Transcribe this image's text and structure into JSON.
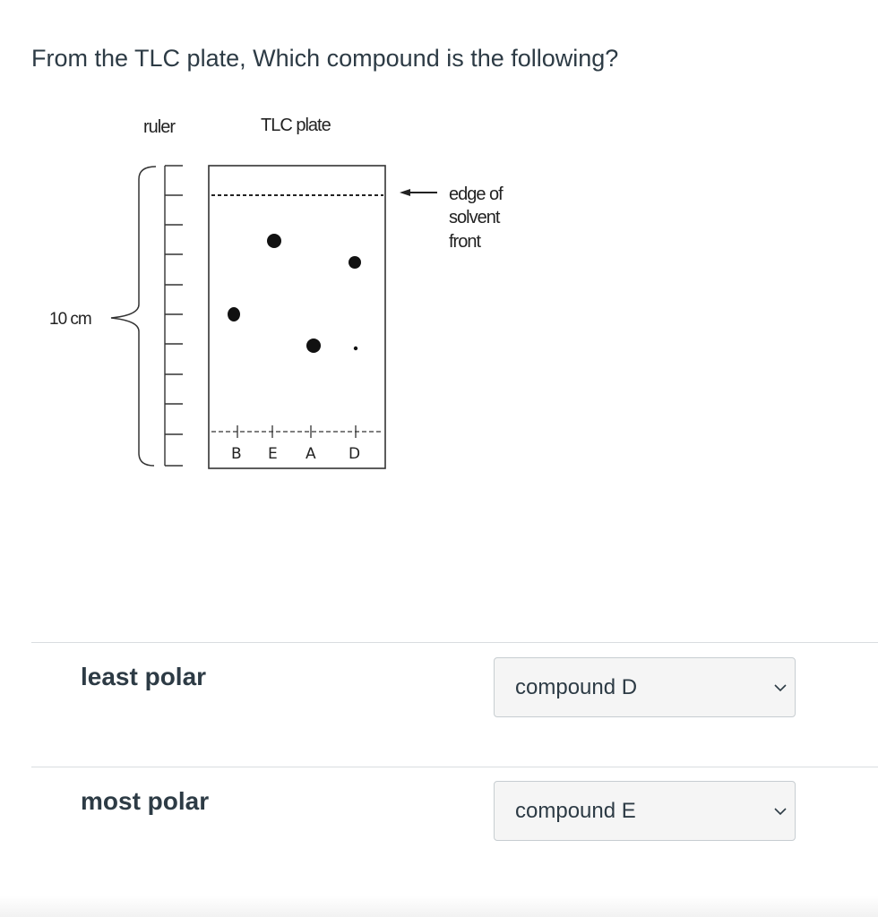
{
  "question": "From the TLC plate, Which compound is the following?",
  "figure": {
    "ruler_label": "ruler",
    "plate_label": "TLC plate",
    "length_label": "10 cm",
    "solvent_front_label_lines": [
      "edge of",
      "solvent",
      "front"
    ],
    "lane_labels": [
      "B",
      "E",
      "A",
      "D"
    ]
  },
  "rows": [
    {
      "label": "least polar",
      "selected": "compound D"
    },
    {
      "label": "most polar",
      "selected": "compound E"
    }
  ],
  "icons": {
    "dropdown": "chevron-down-icon"
  },
  "colors": {
    "text": "#2d3b45",
    "select_bg": "#f5f5f5",
    "divider": "#d9dde0"
  }
}
